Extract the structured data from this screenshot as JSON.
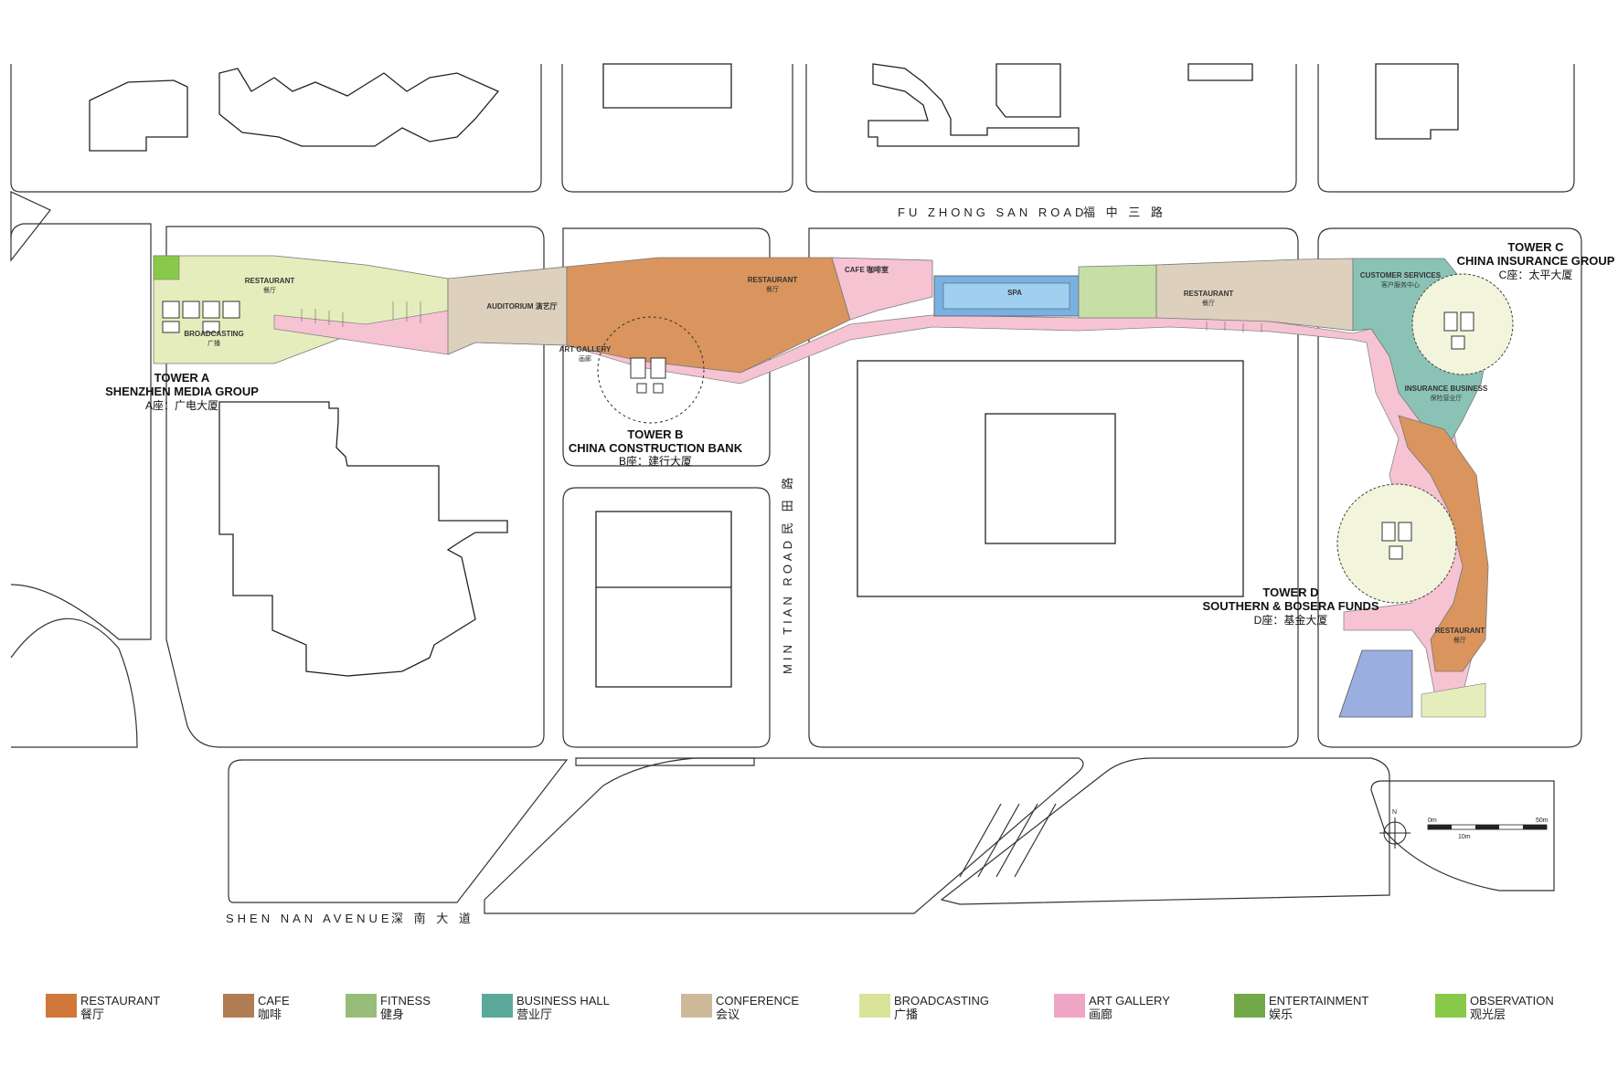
{
  "roads": {
    "fu_zhong": "FU ZHONG SAN ROAD",
    "fu_zhong_cn": "福 中 三 路",
    "shen_nan": "SHEN NAN AVENUE",
    "shen_nan_cn": "深 南 大 道",
    "min_tian": "MIN TIAN ROAD",
    "min_tian_cn": "民 田 路"
  },
  "towers": {
    "a": {
      "title": "TOWER A",
      "name": "SHENZHEN MEDIA GROUP",
      "cn": "A座：广电大厦"
    },
    "b": {
      "title": "TOWER B",
      "name": "CHINA CONSTRUCTION BANK",
      "cn": "B座：建行大厦"
    },
    "c": {
      "title": "TOWER C",
      "name": "CHINA INSURANCE GROUP",
      "cn": "C座：太平大厦"
    },
    "d": {
      "title": "TOWER D",
      "name": "SOUTHERN & BOSERA FUNDS",
      "cn": "D座：基金大厦"
    }
  },
  "rooms": {
    "restaurant_a": "RESTAURANT",
    "restaurant_a_cn": "餐厅",
    "broadcasting": "BROADCASTING",
    "broadcasting_cn": "广播",
    "auditorium": "AUDITORIUM 演艺厅",
    "art_gallery": "ART GALLERY",
    "art_gallery_cn": "画廊",
    "restaurant_b": "RESTAURANT",
    "restaurant_b_cn": "餐厅",
    "cafe": "CAFE 咖啡室",
    "spa": "SPA",
    "restaurant_c": "RESTAURANT",
    "restaurant_c_cn": "餐厅",
    "customer_services": "CUSTOMER SERVICES",
    "customer_services_cn": "客户服务中心",
    "insurance_business": "INSURANCE BUSINESS",
    "insurance_business_cn": "保险营业厅",
    "restaurant_d": "RESTAURANT",
    "restaurant_d_cn": "餐厅"
  },
  "scale": {
    "start": "0m",
    "end": "50m",
    "mid": "10m",
    "north": "N"
  },
  "legend": [
    {
      "en": "RESTAURANT",
      "cn": "餐厅",
      "color": "#d2773a"
    },
    {
      "en": "CAFE",
      "cn": "咖啡",
      "color": "#b07d52"
    },
    {
      "en": "FITNESS",
      "cn": "健身",
      "color": "#98bc79"
    },
    {
      "en": "BUSINESS HALL",
      "cn": "营业厅",
      "color": "#5aa99b"
    },
    {
      "en": "CONFERENCE",
      "cn": "会议",
      "color": "#cdb99a"
    },
    {
      "en": "BROADCASTING",
      "cn": "广播",
      "color": "#d9e39a"
    },
    {
      "en": "ART GALLERY",
      "cn": "画廊",
      "color": "#efa6c4"
    },
    {
      "en": "ENTERTAINMENT",
      "cn": "娱乐",
      "color": "#72a847"
    },
    {
      "en": "OBSERVATION",
      "cn": "观光层",
      "color": "#89c94a"
    }
  ],
  "colors": {
    "restaurant": "#d9955d",
    "conference": "#ddd0bc",
    "broadcasting": "#e5edbc",
    "gallery": "#f6c3d2",
    "business": "#8ac3b6",
    "spa": "#79b2e0",
    "plaza": "#9aaee0",
    "entertainment": "#9acb72"
  }
}
